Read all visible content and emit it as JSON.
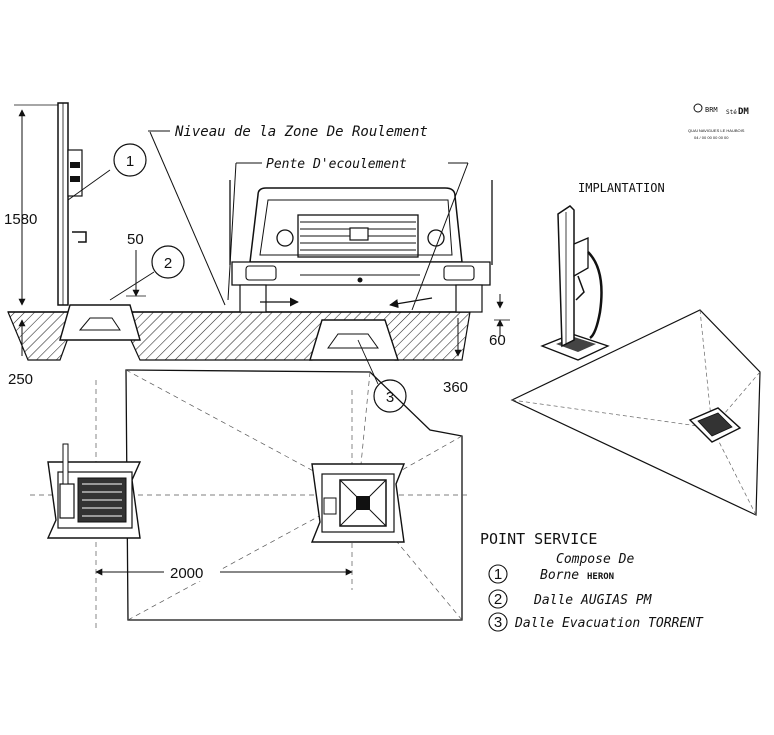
{
  "labels": {
    "zone": "Niveau de la Zone De Roulement",
    "pente": "Pente D'ecoulement",
    "implantation": "IMPLANTATION"
  },
  "dimensions": {
    "h1580": "1580",
    "d50": "50",
    "d250": "250",
    "d60": "60",
    "d360": "360",
    "w2000": "2000"
  },
  "callouts": [
    "1",
    "2",
    "3"
  ],
  "legend": {
    "title": "POINT SERVICE",
    "subtitle": "Compose De",
    "items": [
      {
        "num": "1",
        "text": "Borne",
        "sub": "HERON"
      },
      {
        "num": "2",
        "text": "Dalle AUGIAS PM"
      },
      {
        "num": "3",
        "text": "Dalle Evacuation TORRENT"
      }
    ]
  },
  "logo": {
    "brand": "DM",
    "prefix": "Sté",
    "line1": "QUAI NAVIGUES LE HAUBOIS",
    "line2": "04 / 00 00 00 00 00"
  }
}
